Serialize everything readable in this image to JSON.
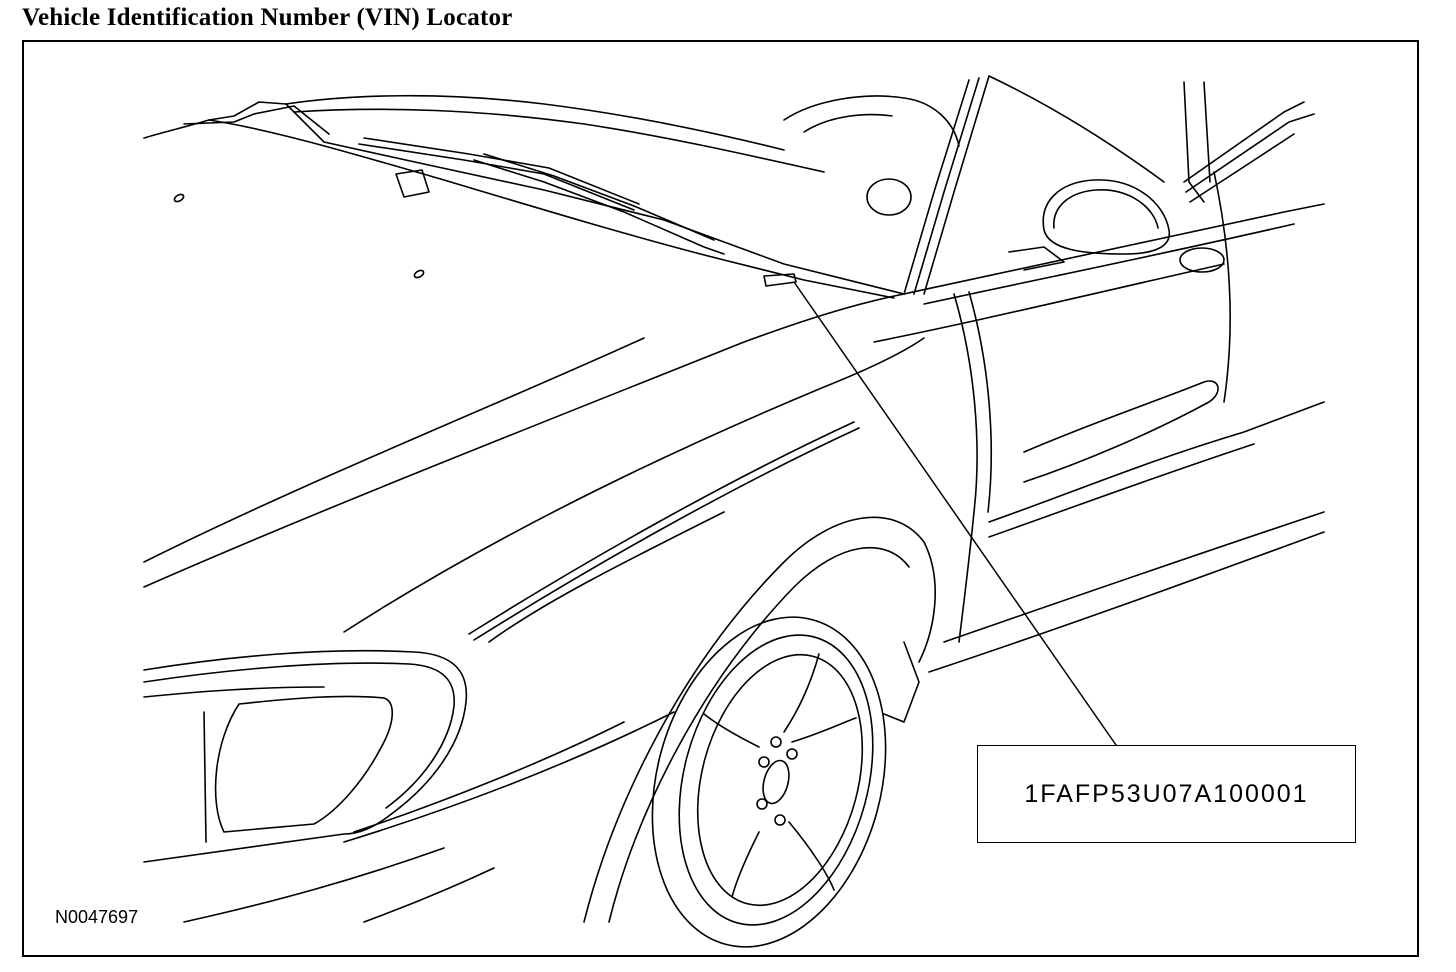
{
  "header": {
    "title": "Vehicle Identification Number (VIN) Locator"
  },
  "illustration": {
    "subject_icon": "car-front-fender-cowl-line-drawing",
    "vin_callout": "1FAFP53U07A100001",
    "figure_number": "N0047697"
  },
  "colors": {
    "line": "#000000",
    "background": "#ffffff"
  }
}
